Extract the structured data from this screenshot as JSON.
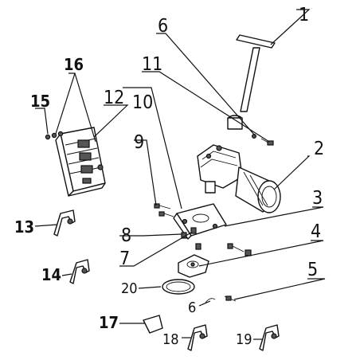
{
  "callouts": [
    {
      "id": "c1",
      "text": "1",
      "style": "thin"
    },
    {
      "id": "c2",
      "text": "2",
      "style": "thin"
    },
    {
      "id": "c3",
      "text": "3",
      "style": "thin"
    },
    {
      "id": "c4",
      "text": "4",
      "style": "thin"
    },
    {
      "id": "c5",
      "text": "5",
      "style": "thin"
    },
    {
      "id": "c6a",
      "text": "6",
      "style": "thin"
    },
    {
      "id": "c6b",
      "text": "6",
      "style": "bold"
    },
    {
      "id": "c7",
      "text": "7",
      "style": "thin"
    },
    {
      "id": "c8",
      "text": "8",
      "style": "thin"
    },
    {
      "id": "c9",
      "text": "9",
      "style": "thin"
    },
    {
      "id": "c10",
      "text": "10",
      "style": "thin"
    },
    {
      "id": "c11",
      "text": "11",
      "style": "thin"
    },
    {
      "id": "c12",
      "text": "12",
      "style": "thin"
    },
    {
      "id": "c13",
      "text": "13",
      "style": "bold"
    },
    {
      "id": "c14",
      "text": "14",
      "style": "bold"
    },
    {
      "id": "c15",
      "text": "15",
      "style": "bold"
    },
    {
      "id": "c16",
      "text": "16",
      "style": "bold"
    },
    {
      "id": "c17",
      "text": "17",
      "style": "bold"
    },
    {
      "id": "c18",
      "text": "18",
      "style": "bold"
    },
    {
      "id": "c19",
      "text": "19",
      "style": "bold"
    },
    {
      "id": "c20",
      "text": "20",
      "style": "bold"
    }
  ]
}
